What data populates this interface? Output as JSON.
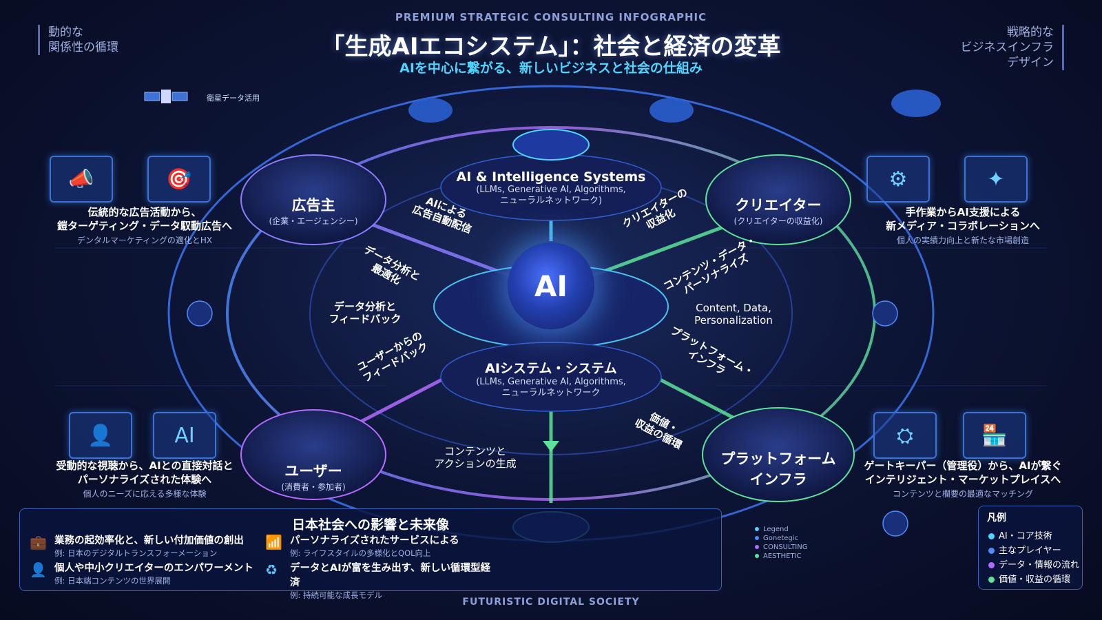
{
  "header": {
    "kicker": "PREMIUM STRATEGIC CONSULTING INFOGRAPHIC",
    "title": "「生成AIエコシステム」：社会と経済の変革",
    "subtitle": "AIを中心に繋がる、新しいビジネスと社会の仕組み",
    "corner_left": [
      "動的な",
      "関係性の循環"
    ],
    "corner_right": [
      "戦略的な",
      "ビジネスインフラ",
      "デザイン"
    ]
  },
  "satellite_label": "衛星データ活用",
  "core": {
    "label": "AI",
    "top_title": "AI & Intelligence Systems",
    "top_sub": [
      "(LLMs, Generative AI, Algorithms,",
      "ニューラルネットワーク)"
    ],
    "bottom_title": "AIシステム・システム",
    "bottom_sub": [
      "(LLMs, Generative AI, Algorithms,",
      "ニューラルネットワーク"
    ]
  },
  "nodes": {
    "advertiser": {
      "title": "広告主",
      "sub": "(企業・エージェンシー)"
    },
    "creator": {
      "title": "クリエイター",
      "sub": "(クリエイターの収益化)"
    },
    "user": {
      "title": "ユーザー",
      "sub": "(消費者・参加者)"
    },
    "platform": {
      "title": [
        "プラットフォーム",
        "インフラ"
      ]
    }
  },
  "flows": {
    "ad_auto": [
      "AIによる",
      "広告自動配信"
    ],
    "creator_monetize": [
      "クリエイターの",
      "収益化"
    ],
    "data_opt": [
      "データ分析と",
      "最適化"
    ],
    "content_personalize": [
      "コンテンツ・データ・",
      "パーソナライズ"
    ],
    "data_feedback": [
      "データ分析と",
      "フィードバック"
    ],
    "content_data_en": [
      "Content, Data,",
      "Personalization"
    ],
    "user_feedback": [
      "ユーザーからの",
      "フィードバック"
    ],
    "platform_infra": [
      "プラットフォーム・",
      "インフラ"
    ],
    "value_cycle": [
      "価値・",
      "収益の循環"
    ],
    "content_action": [
      "コンテンツと",
      "アクションの生成"
    ]
  },
  "sides": {
    "ad": {
      "t": [
        "伝統的な広告活動から、",
        "鎧ターゲティング・データ馭動広告へ"
      ],
      "s": "デンタルマーケティングの適化とHX"
    },
    "creator": {
      "t": [
        "手作業からAI支援による",
        "新メディア・コラボレーションへ"
      ],
      "s": "個人の実績力向上と新たな市場創造"
    },
    "user": {
      "t": [
        "受動的な視聴から、AIとの直接対話と",
        "パーソナライズされた体験へ"
      ],
      "s": "個人のニーズに応える多様な体験"
    },
    "platform": {
      "t": [
        "ゲートキーパー（管理役）から、AIが繋ぐ",
        "インテリジェント・マーケットプレイスへ"
      ],
      "s": "コンテンツと欄要の最適なマッチング"
    }
  },
  "impact": {
    "title": "日本社会への影響と未来像",
    "items": [
      {
        "t": "業務の起効率化と、新しい付加価値の創出",
        "s": "例: 日本のデジタルトランスフォーメーション"
      },
      {
        "t": "パーソナライズされたサービスによる",
        "s": "例: ライフスタイルの多様化とQOL向上"
      },
      {
        "t": "個人や中小クリエイターのエンパワーメント",
        "s": "例: 日本端コンテンツの世界展開"
      },
      {
        "t": "データとAIが富を生み出す、新しい循環型経済",
        "s": "例: 持続可能な成長モデル"
      }
    ]
  },
  "mini_legend": [
    "Legend",
    "Gonetegic",
    "CONSULTING",
    "AESTHETIC"
  ],
  "legend": {
    "title": "凡例",
    "items": [
      {
        "label": "AI・コア技術",
        "color": "#4fd6ff"
      },
      {
        "label": "主なプレイヤー",
        "color": "#4f8cff"
      },
      {
        "label": "データ・情報の流れ",
        "color": "#b36bff"
      },
      {
        "label": "価値・収益の循環",
        "color": "#5be39a"
      }
    ]
  },
  "footer": "FUTURISTIC DIGITAL SOCIETY"
}
